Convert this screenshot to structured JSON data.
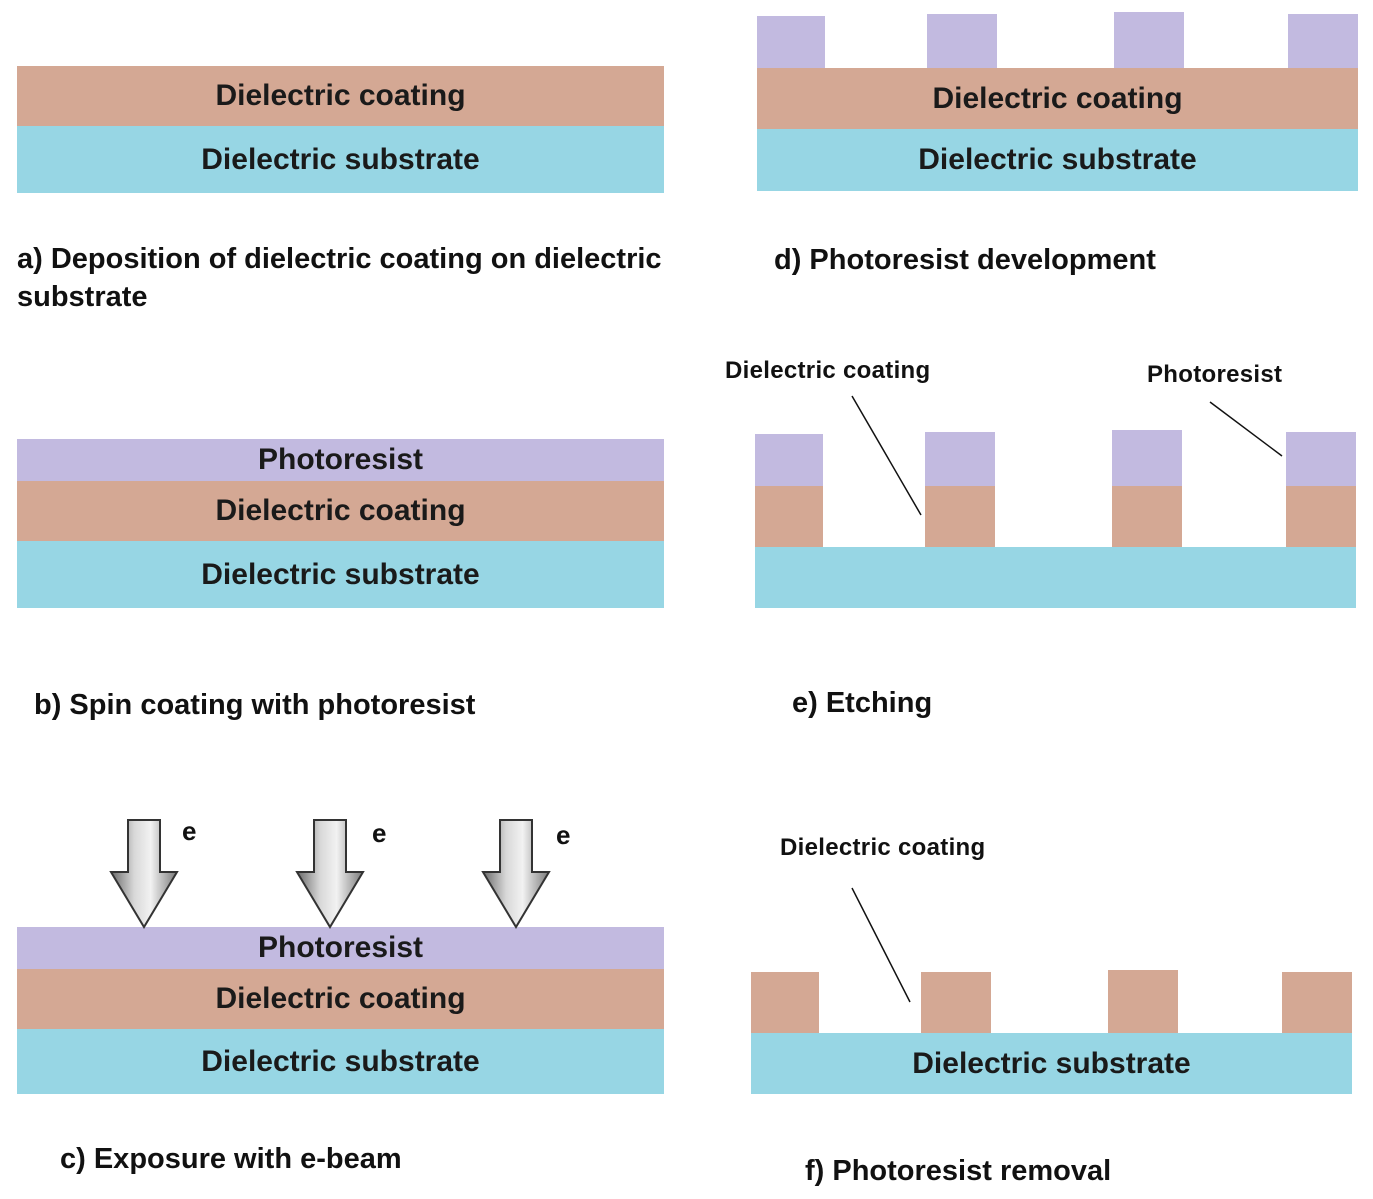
{
  "layers": {
    "photoresist": "Photoresist",
    "coating": "Dielectric coating",
    "substrate": "Dielectric substrate"
  },
  "steps": {
    "a": "a) Deposition of dielectric coating on dielectric substrate",
    "b": "b) Spin coating with photoresist",
    "c": "c) Exposure with e-beam",
    "d": "d) Photoresist development",
    "e": "e) Etching",
    "f": "f) Photoresist removal"
  },
  "callouts": {
    "e_coating": "Dielectric coating",
    "e_photoresist": "Photoresist",
    "f_coating": "Dielectric coating"
  },
  "beam_label": "e",
  "colors": {
    "photoresist": "#c2bae0",
    "coating": "#d4a894",
    "substrate": "#97d6e4"
  }
}
